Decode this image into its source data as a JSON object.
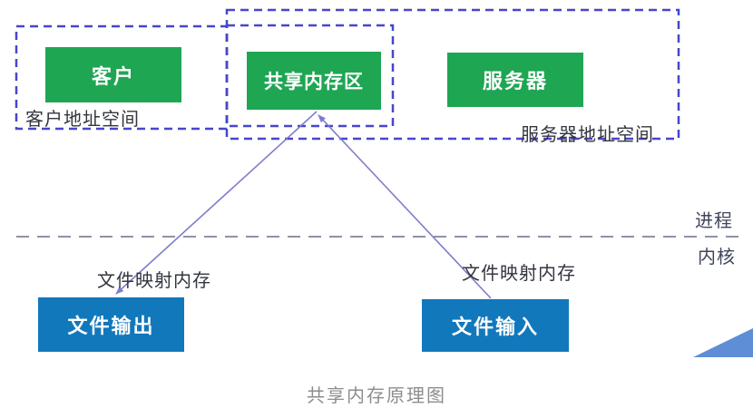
{
  "diagram": {
    "caption": "共享内存原理图",
    "boxes": {
      "client": "客户",
      "shared_memory": "共享内存区",
      "server": "服务器",
      "file_output": "文件输出",
      "file_input": "文件输入"
    },
    "labels": {
      "client_address_space": "客户地址空间",
      "server_address_space": "服务器地址空间",
      "process": "进程",
      "kernel": "内核",
      "file_mapped_memory_left": "文件映射内存",
      "file_mapped_memory_right": "文件映射内存"
    },
    "colors": {
      "green_box": "#1fa653",
      "blue_box": "#1278bc",
      "dashed_border": "#4646cd",
      "divider": "#9092a8",
      "arrow": "#7d7dcc",
      "label_text": "#33363f",
      "side_label_text": "#40465a",
      "caption_text": "#8d8d8d",
      "corner_wedge": "#5d8ed6"
    }
  }
}
